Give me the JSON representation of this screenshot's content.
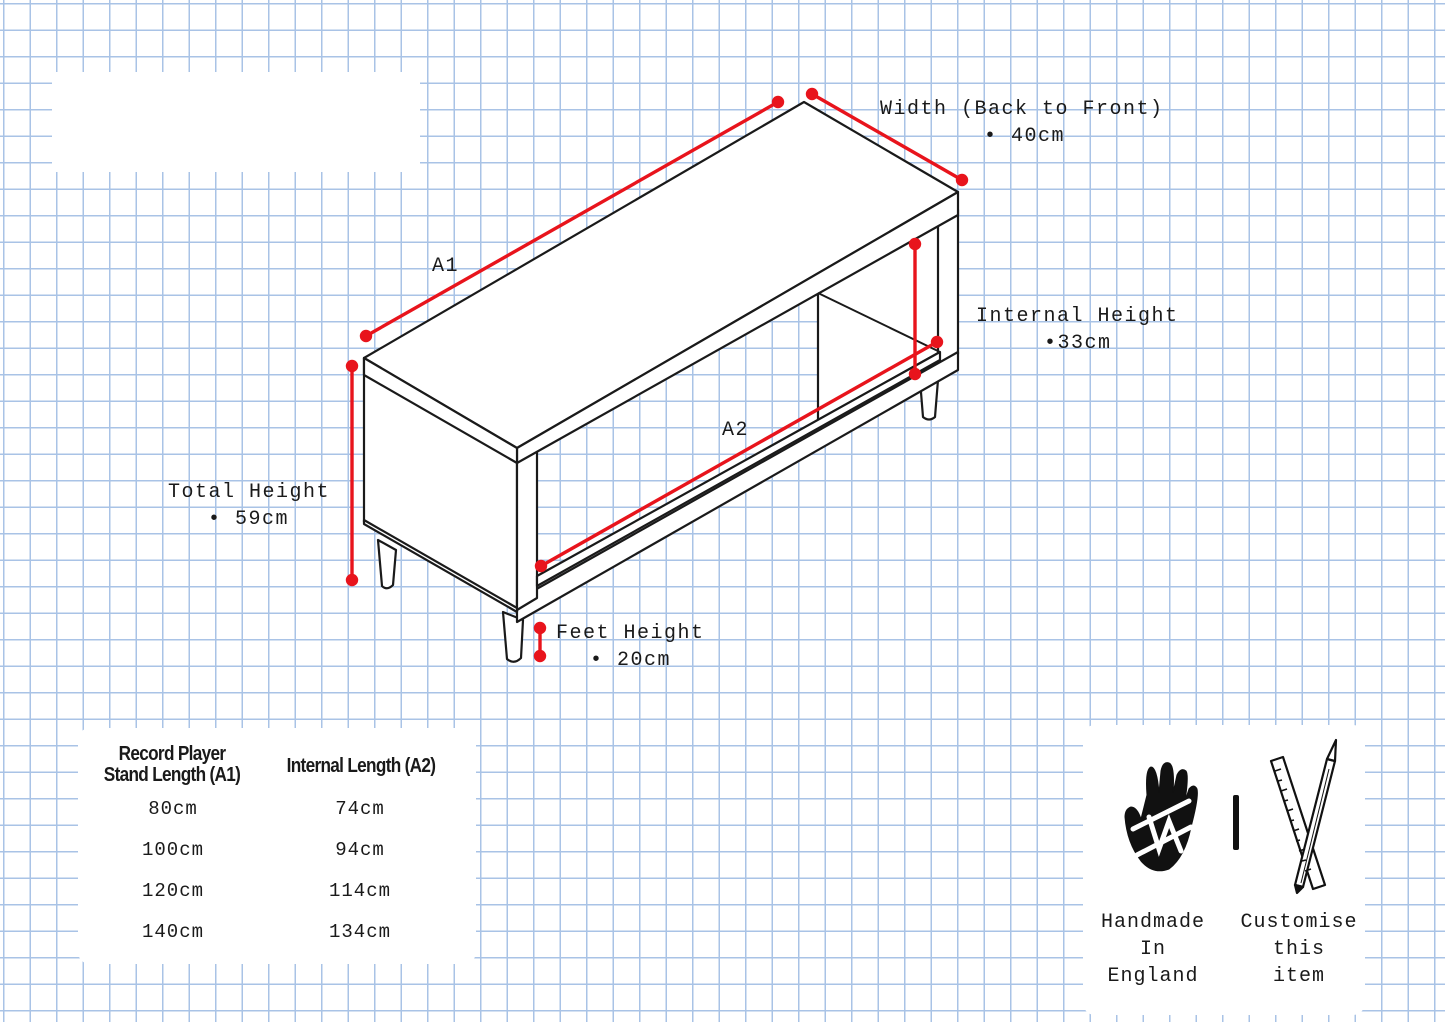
{
  "dimensions": {
    "width_title": "Width (Back to Front)",
    "width_value": "• 40cm",
    "a1": "A1",
    "a2": "A2",
    "internal_title": "Internal Height",
    "internal_value": "•33cm",
    "total_title": "Total Height",
    "total_value": "• 59cm",
    "feet_title": "Feet Height",
    "feet_value": "• 20cm"
  },
  "table": {
    "col1_header_line1": "Record Player",
    "col1_header_line2": "Stand Length (A1)",
    "col2_header": "Internal Length (A2)",
    "rows": [
      {
        "a1": "80cm",
        "a2": "74cm"
      },
      {
        "a1": "100cm",
        "a2": "94cm"
      },
      {
        "a1": "120cm",
        "a2": "114cm"
      },
      {
        "a1": "140cm",
        "a2": "134cm"
      }
    ]
  },
  "badges": {
    "handmade": [
      "Handmade",
      "In",
      "England"
    ],
    "customise": [
      "Customise",
      "this",
      "item"
    ],
    "handmade_icon": "hand-icon",
    "customise_icon": "pencil-ruler-icon"
  },
  "colors": {
    "dimension_red": "#e8141c",
    "grid_blue": "#a9c3e6",
    "outline": "#1a1a1a"
  }
}
